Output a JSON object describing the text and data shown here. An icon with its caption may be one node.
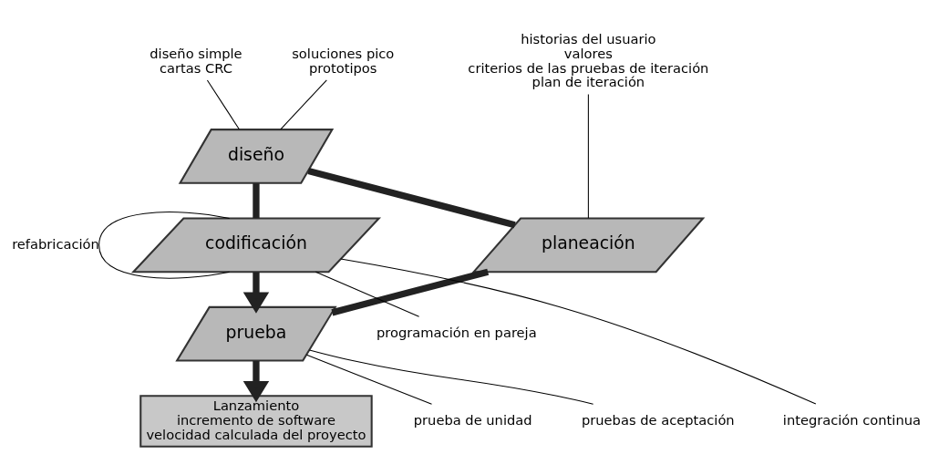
{
  "diagram": {
    "nodes": [
      {
        "text": [
          "planeación"
        ]
      },
      {
        "text": [
          "diseño"
        ]
      },
      {
        "text": [
          "codificación"
        ]
      },
      {
        "text": [
          "prueba"
        ]
      },
      {
        "text": [
          "Lanzamiento",
          "incremento de software",
          "velocidad calculada del proyecto"
        ]
      },
      {
        "text": [
          "historias del usuario",
          "valores",
          "criterios de las pruebas de iteración",
          "plan de iteración"
        ]
      },
      {
        "text": [
          "diseño simple",
          "cartas CRC"
        ]
      },
      {
        "text": [
          "soluciones pico",
          "prototipos"
        ]
      },
      {
        "text": [
          "programación en pareja"
        ]
      },
      {
        "text": [
          "prueba de unidad"
        ]
      },
      {
        "text": [
          "integración continua"
        ]
      },
      {
        "text": [
          "pruebas de aceptación"
        ]
      }
    ],
    "edges": [
      {
        "from": 0,
        "to": 1,
        "arrow": "none",
        "style": "thick"
      },
      {
        "from": 1,
        "to": 2,
        "arrow": "none",
        "style": "thick"
      },
      {
        "from": 2,
        "to": 3,
        "arrow": "to",
        "style": "thick"
      },
      {
        "from": 3,
        "to": 0,
        "arrow": "none",
        "style": "thick"
      },
      {
        "from": 3,
        "to": 4,
        "arrow": "to",
        "style": "thick"
      },
      {
        "from": 2,
        "to": 2,
        "arrow": "none",
        "label": "refabricación"
      },
      {
        "from": 5,
        "to": 0,
        "arrow": "none"
      },
      {
        "from": 6,
        "to": 1,
        "arrow": "none"
      },
      {
        "from": 7,
        "to": 1,
        "arrow": "none"
      },
      {
        "from": 8,
        "to": 2,
        "arrow": "none"
      },
      {
        "from": 10,
        "to": 2,
        "arrow": "none"
      },
      {
        "from": 9,
        "to": 3,
        "arrow": "none"
      },
      {
        "from": 11,
        "to": 3,
        "arrow": "none"
      }
    ]
  }
}
